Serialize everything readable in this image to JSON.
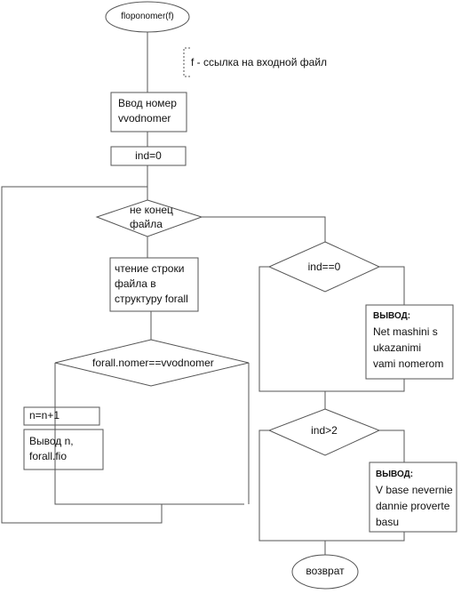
{
  "start_label": "floponomer(f)",
  "comment": "f -  ссылка на входной файл",
  "input_block": [
    "Ввод номер",
    "vvodnomer"
  ],
  "init_block": "ind=0",
  "loop_condition": [
    "не конец",
    "файла"
  ],
  "read_block": [
    "чтение строки",
    "файла в",
    "структуру forall"
  ],
  "compare_condition": "forall.nomer==vvodnomer",
  "increment_block": "n=n+1",
  "output_block": [
    "Вывод  n,",
    "forall.fio"
  ],
  "check_zero_condition": "ind==0",
  "zero_output": {
    "heading": "ВЫВОД:",
    "lines": [
      "Net mashini s",
      "ukazanimi",
      "vami nomerom"
    ]
  },
  "check_gt_condition": "ind>2",
  "gt_output": {
    "heading": "ВЫВОД:",
    "lines": [
      "V base nevernie",
      "dannie proverte",
      "basu"
    ]
  },
  "end_label": "возврат"
}
